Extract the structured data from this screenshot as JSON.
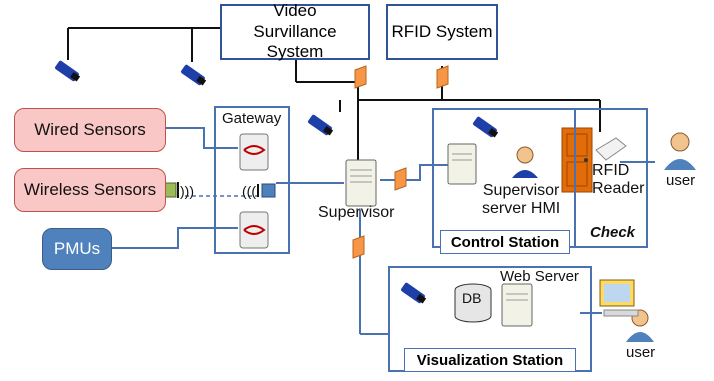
{
  "systems": {
    "video": "Video Survillance System",
    "rfid": "RFID System"
  },
  "sensors": {
    "wired": "Wired Sensors",
    "wireless": "Wireless Sensors",
    "pmus": "PMUs"
  },
  "nodes": {
    "gateway": "Gateway",
    "supervisor": "Supervisor",
    "supervisor_hmi_line1": "Supervisor",
    "supervisor_hmi_line2": "server HMI",
    "rfid_reader_line1": "RFID",
    "rfid_reader_line2": "Reader",
    "user_top": "user",
    "user_bottom": "user",
    "db": "DB",
    "web_server": "Web Server"
  },
  "stations": {
    "control": "Control Station",
    "check": "Check",
    "visualization": "Visualization Station"
  },
  "colors": {
    "frame": "#4a72b0",
    "line": "#4a72b0",
    "firewall": "#f79646",
    "sensor_red": "#f9c7c5",
    "sensor_blue": "#4f81bd"
  }
}
